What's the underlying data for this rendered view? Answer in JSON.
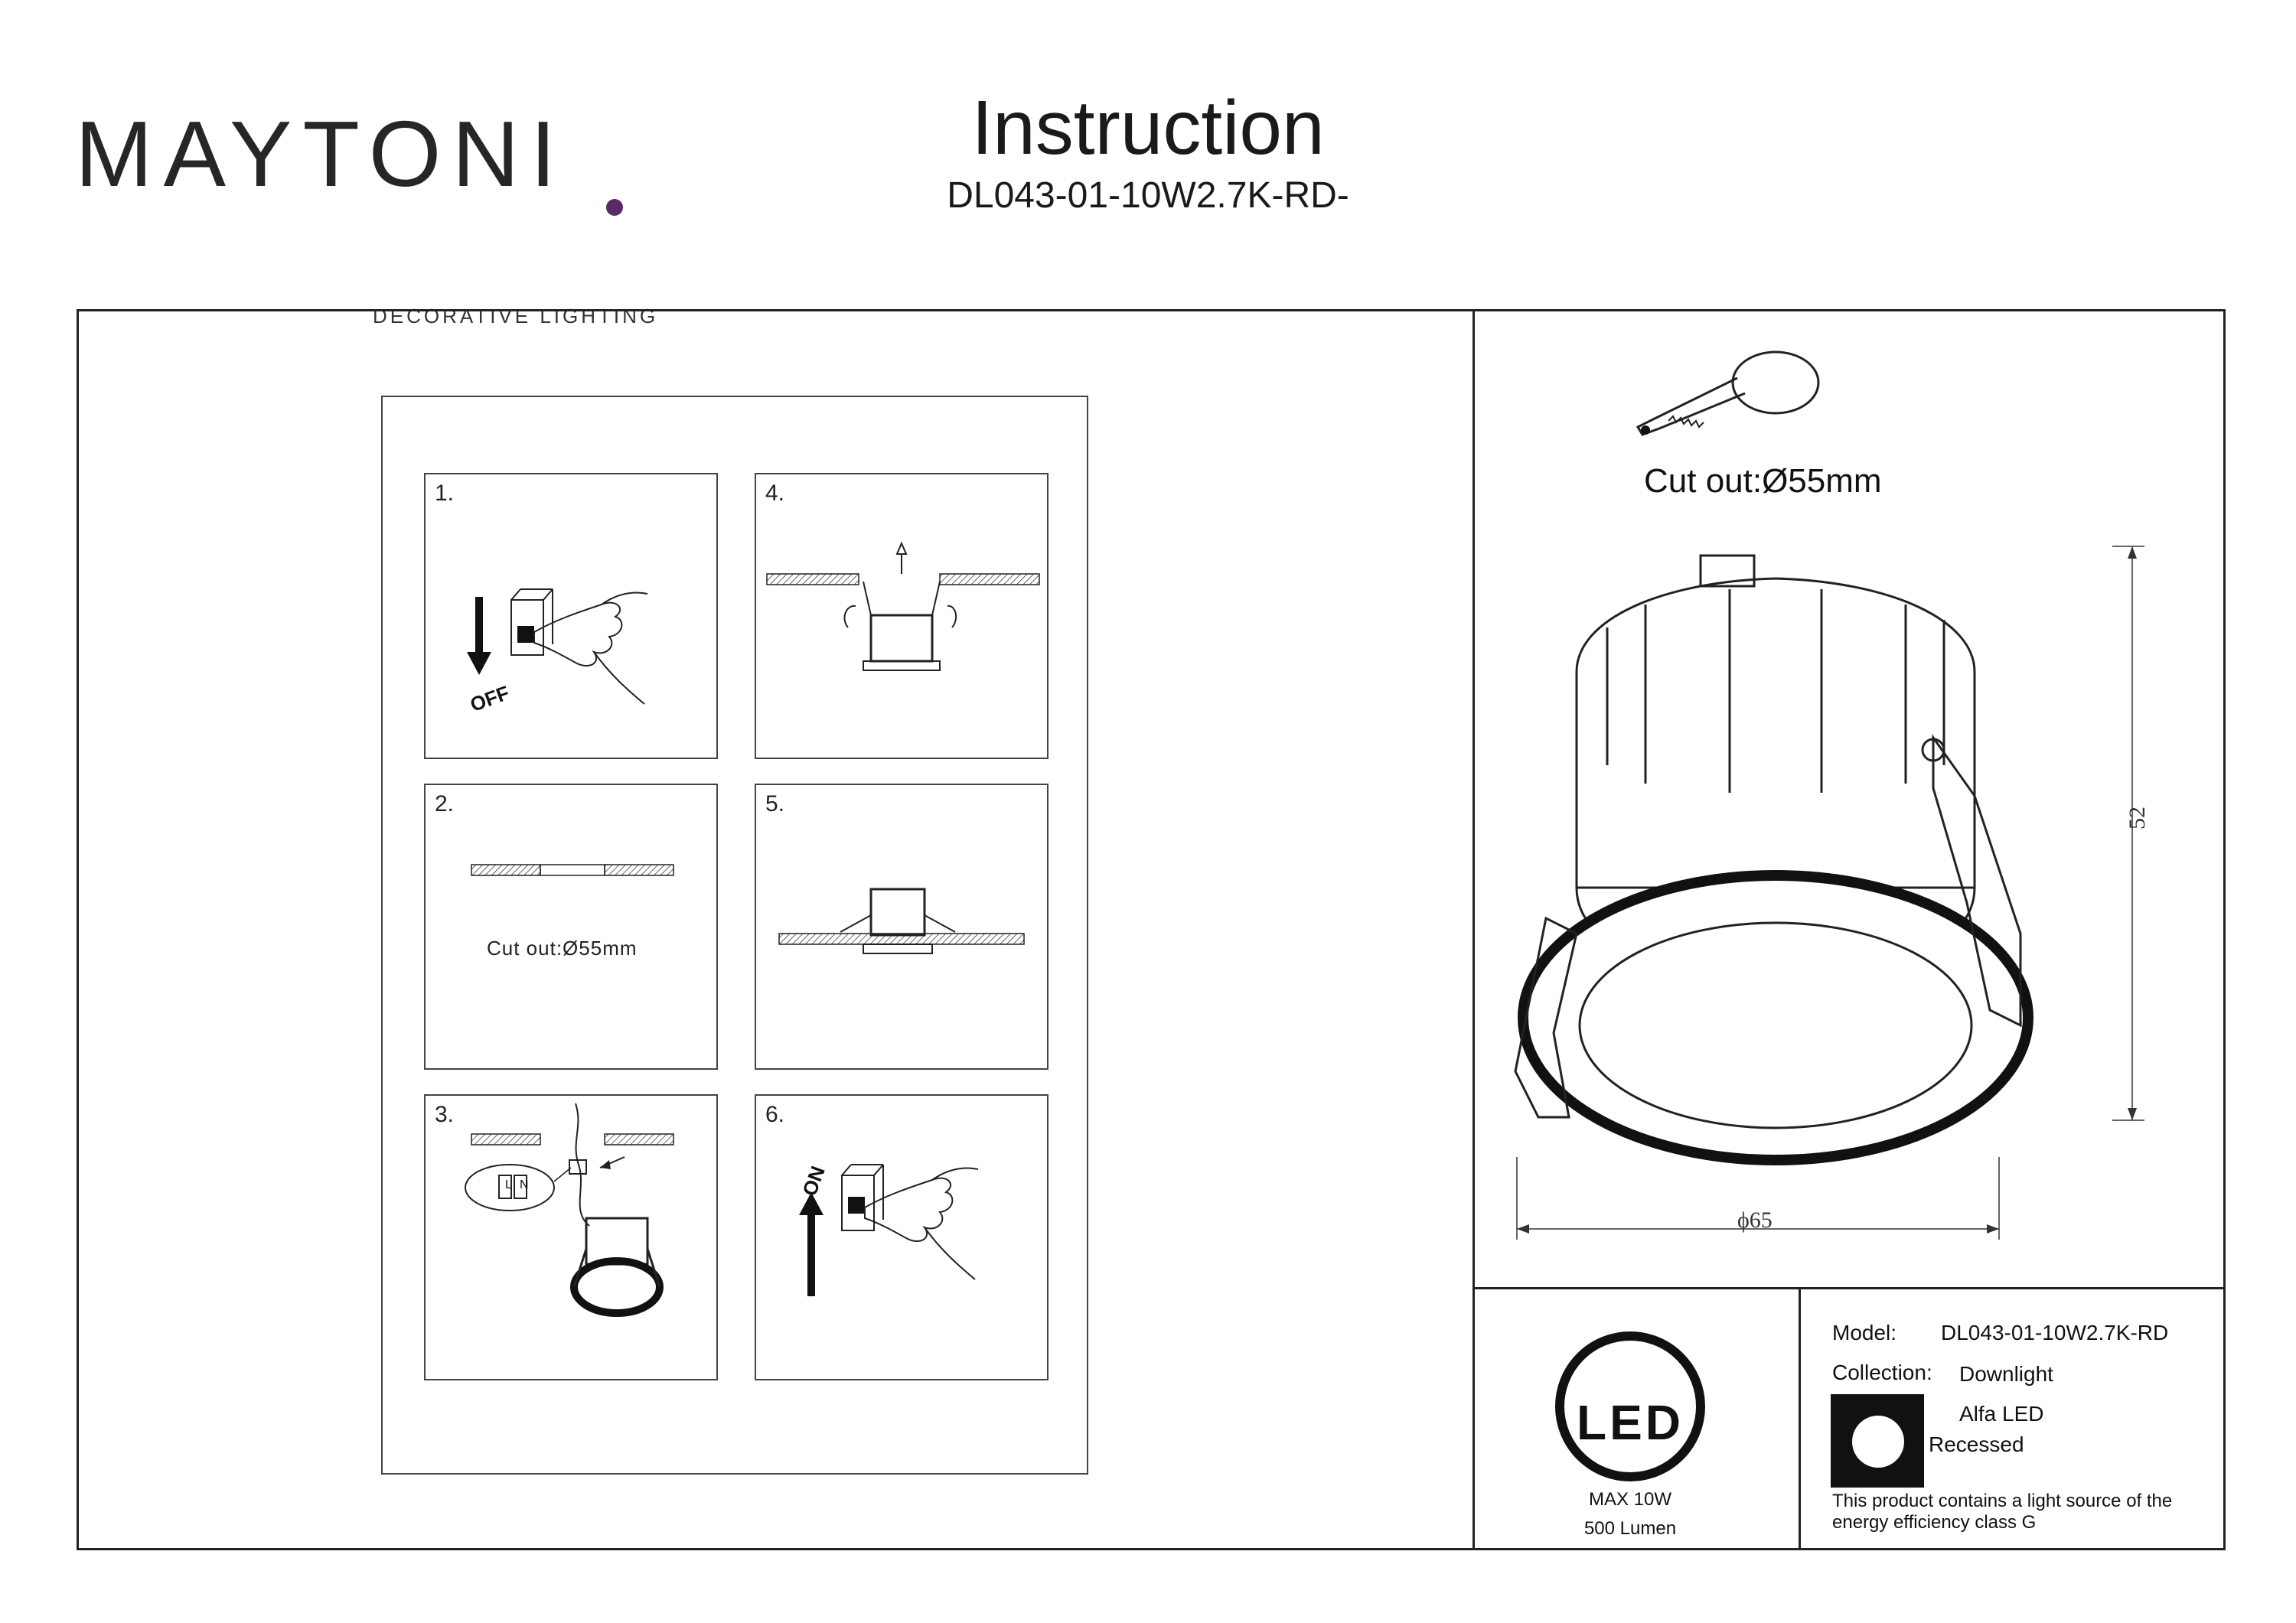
{
  "brand": {
    "name": "MAYTONI",
    "tagline": "DECORATIVE LIGHTING",
    "accent_color": "#5a2a64"
  },
  "header": {
    "title": "Instruction",
    "subtitle": "DL043-01-10W2.7K-RD-"
  },
  "steps": [
    {
      "number": "1.",
      "label": "OFF",
      "icon": "switch-off-hand-icon"
    },
    {
      "number": "2.",
      "label": "Cut out:Ø55mm",
      "icon": "ceiling-hole-icon"
    },
    {
      "number": "3.",
      "wire_labels": [
        "L",
        "N"
      ],
      "icon": "wiring-connector-icon"
    },
    {
      "number": "4.",
      "icon": "spring-clip-fold-icon"
    },
    {
      "number": "5.",
      "icon": "installed-fixture-icon"
    },
    {
      "number": "6.",
      "label": "ON",
      "icon": "switch-on-hand-icon"
    }
  ],
  "drawing": {
    "cutout_label": "Cut out:Ø55mm",
    "diameter_label": "ϕ65",
    "height_label": "52",
    "saw_icon": "hole-saw-icon"
  },
  "led_badge": {
    "text": "LED",
    "power": "MAX 10W",
    "lumen": "500 Lumen"
  },
  "product_info": {
    "model_label": "Model:",
    "model_value": "DL043-01-10W2.7K-RD",
    "collection_label": "Collection:",
    "collection_value": "Downlight",
    "series_line1": "Alfa LED",
    "series_line2": "Recessed",
    "energy_note": "This product contains a light source of the energy efficiency class G"
  }
}
